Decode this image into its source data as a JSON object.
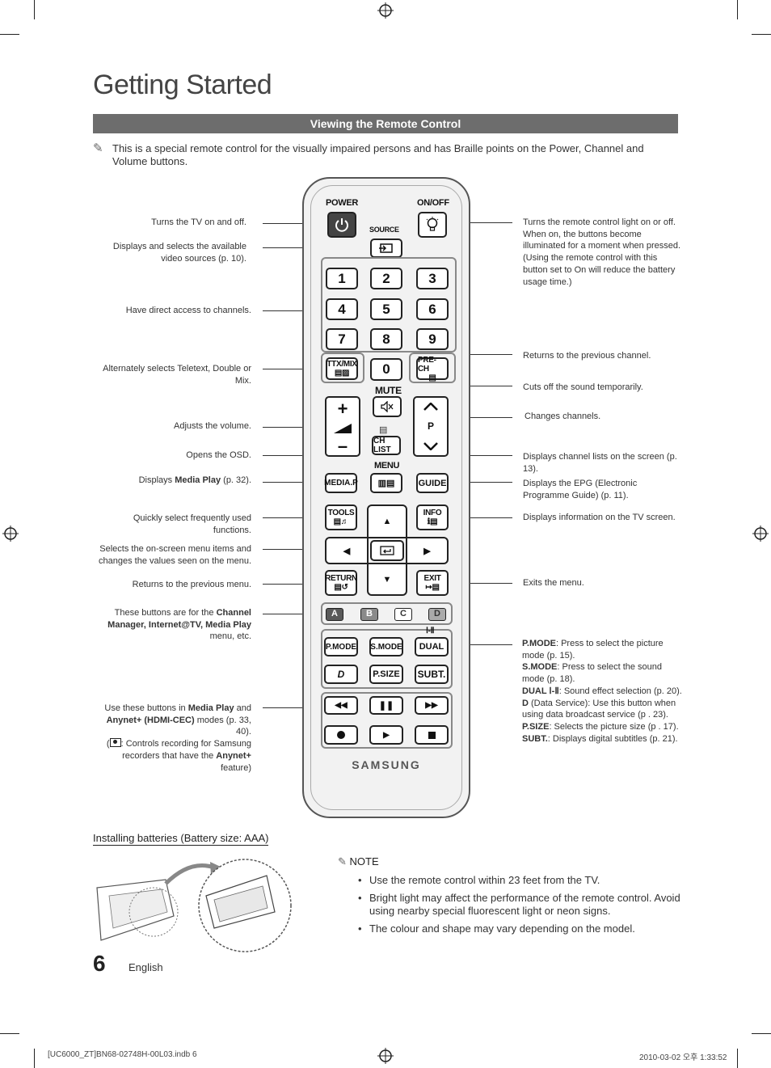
{
  "page": {
    "title": "Getting Started",
    "section": "Viewing the Remote Control",
    "intro": "This is a special remote control for the visually impaired persons and has Braille points on the Power, Channel and Volume buttons.",
    "page_number": "6",
    "language": "English",
    "footer_left": "[UC6000_ZT]BN68-02748H-00L03.indb   6",
    "footer_right": "2010-03-02   오후 1:33:52"
  },
  "left_labels": {
    "power": "Turns the TV on and off.",
    "source": "Displays and selects the available video sources (p. 10).",
    "numbers": "Have direct access to channels.",
    "ttx": "Alternately selects Teletext, Double or Mix.",
    "volume": "Adjusts the volume.",
    "osd": "Opens the OSD.",
    "media_pre": "Displays ",
    "media_bold": "Media Play",
    "media_post": " (p. 32).",
    "tools": "Quickly select frequently used functions.",
    "nav": "Selects the on-screen menu items and changes the values seen on the menu.",
    "return": "Returns to the previous menu.",
    "color_pre": "These buttons are for the ",
    "color_b1": "Channel Manager, Internet@TV, Media Play",
    "color_post": " menu, etc.",
    "play_a": "Use these buttons in ",
    "play_b1": "Media Play",
    "play_c": " and ",
    "play_b2": "Anynet+ (HDMI-CEC)",
    "play_d": "  modes (p. 33, 40).",
    "play_e": "(",
    "play_f": ": Controls recording for Samsung recorders that have the ",
    "play_b3": "Anynet+",
    "play_g": " feature)"
  },
  "right_labels": {
    "onoff": "Turns the remote control light on or off. When on, the buttons become illuminated for a moment when pressed. (Using the remote control with this button set to On will reduce the battery usage time.)",
    "prech": "Returns to the previous channel.",
    "mute": "Cuts off the sound temporarily.",
    "channel": "Changes channels.",
    "chlist": "Displays channel lists on the screen (p. 13).",
    "guide": "Displays the EPG (Electronic Programme Guide) (p. 11).",
    "info": "Displays information on the TV screen.",
    "exit": "Exits the menu.",
    "pmode_b": "P.MODE",
    "pmode": ": Press to select the picture mode (p. 15).",
    "smode_b": "S.MODE",
    "smode": ": Press to select the sound mode (p. 18).",
    "dual_b": "DUAL Ⅰ-Ⅱ",
    "dual": ": Sound effect selection (p. 20).",
    "d_b": "D",
    "d": " (Data Service): Use this button when using data broadcast service (p . 23).",
    "psize_b": "P.SIZE",
    "psize": ": Selects the picture size (p . 17).",
    "subt_b": "SUBT.",
    "subt": ": Displays digital subtitles (p. 21)."
  },
  "remote": {
    "power": "POWER",
    "onoff": "ON/OFF",
    "source": "SOURCE",
    "digits": [
      "1",
      "2",
      "3",
      "4",
      "5",
      "6",
      "7",
      "8",
      "9"
    ],
    "zero": "0",
    "ttx": "TTX/MIX",
    "prech": "PRE-CH",
    "mute": "MUTE",
    "p": "P",
    "chlist": "CH LIST",
    "menu": "MENU",
    "media": "MEDIA.P",
    "guide": "GUIDE",
    "tools": "TOOLS",
    "info": "INFO",
    "return": "RETURN",
    "exit": "EXIT",
    "colors": [
      "A",
      "B",
      "C",
      "D"
    ],
    "color_fills": [
      "#5a5a5a",
      "#8a8a8a",
      "#ffffff",
      "#aaaaaa"
    ],
    "dual_mark": "Ⅰ-Ⅱ",
    "pmode": "P.MODE",
    "smode": "S.MODE",
    "dual": "DUAL",
    "d": "D",
    "psize": "P.SIZE",
    "subt": "SUBT.",
    "brand": "SAMSUNG"
  },
  "battery": {
    "title": "Installing batteries (Battery size: AAA)"
  },
  "note": {
    "head": "NOTE",
    "items": [
      "Use the remote control within 23 feet from the TV.",
      "Bright light may affect the performance of the remote control. Avoid using nearby special fluorescent light or neon signs.",
      "The colour and shape may vary depending on the model."
    ]
  }
}
